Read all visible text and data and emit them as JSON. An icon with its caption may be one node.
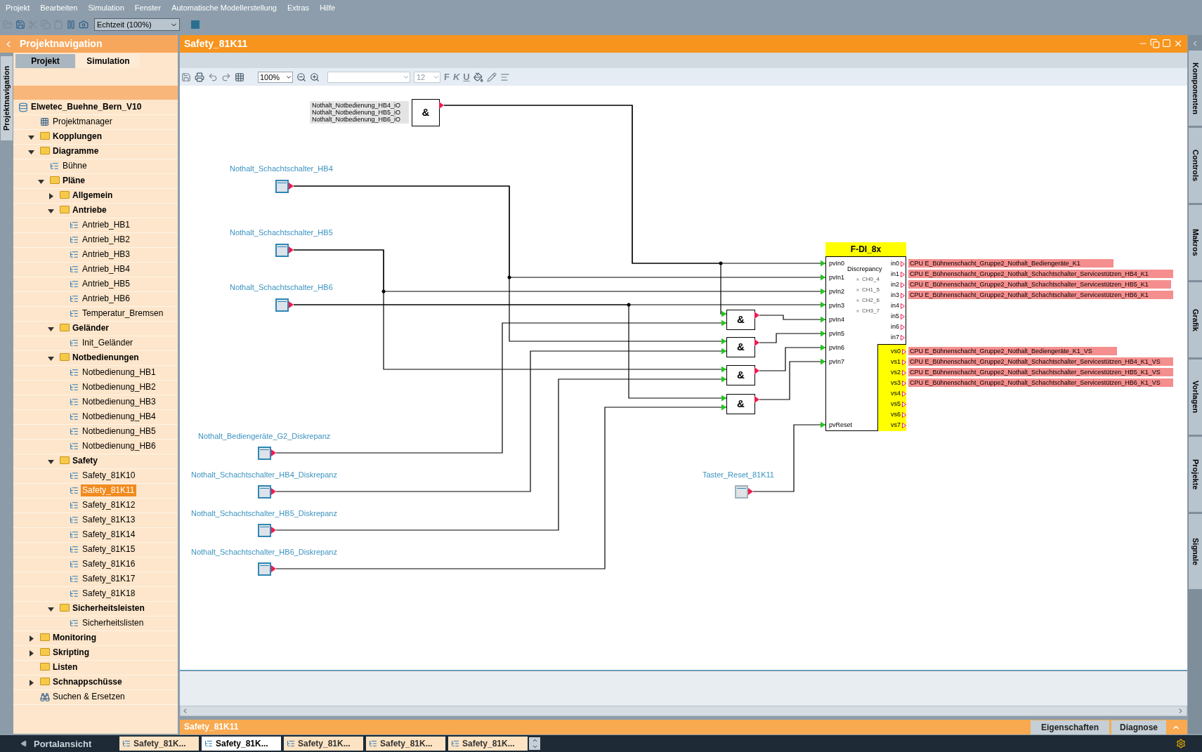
{
  "diagram": {
    "nodes": [
      {
        "text": [
          "&"
        ],
        "beside": [
          "Nothalt_Notbedienung_HB4_iO",
          "Nothalt_Notbedienung_HB5_iO",
          "Nothalt_Notbedienung_HB6_iO"
        ]
      },
      {
        "text": [],
        "shape": "box",
        "beside": [
          "Nothalt_Schachtschalter_HB4"
        ]
      },
      {
        "text": [],
        "shape": "box",
        "beside": [
          "Nothalt_Schachtschalter_HB5"
        ]
      },
      {
        "text": [],
        "shape": "box",
        "beside": [
          "Nothalt_Schachtschalter_HB6"
        ]
      },
      {
        "text": [
          "&"
        ]
      },
      {
        "text": [
          "&"
        ]
      },
      {
        "text": [
          "&"
        ]
      },
      {
        "text": [
          "&"
        ]
      },
      {
        "text": [
          "F-DI_8x",
          "pvIn0",
          "pvIn1",
          "pvIn2",
          "pvIn3",
          "pvIn4",
          "pvIn5",
          "pvIn6",
          "pvIn7",
          "pvReset",
          "Discrepancy",
          "CH0_4",
          "CH1_5",
          "CH2_6",
          "CH3_7",
          "in0",
          "in1",
          "in2",
          "in3",
          "in4",
          "in5",
          "in6",
          "in7"
        ]
      },
      {
        "text": [
          "vs0",
          "vs1",
          "vs2",
          "vs3",
          "vs4",
          "vs5",
          "vs6",
          "vs7"
        ],
        "in": 8
      },
      {
        "text": [
          "CPU E_Bühnenschacht_Gruppe2_Nothalt_Bediengeräte_K1"
        ]
      },
      {
        "text": [
          "CPU E_Bühnenschacht_Gruppe2_Nothalt_Schachtschalter_Servicestützen_HB4_K1"
        ]
      },
      {
        "text": [
          "CPU E_Bühnenschacht_Gruppe2_Nothalt_Schachtschalter_Servicestützen_HB5_K1"
        ]
      },
      {
        "text": [
          "CPU E_Bühnenschacht_Gruppe2_Nothalt_Schachtschalter_Servicestützen_HB6_K1"
        ]
      },
      {
        "text": [
          "CPU E_Bühnenschacht_Gruppe2_Nothalt_Bediengeräte_K1_VS"
        ]
      },
      {
        "text": [
          "CPU E_Bühnenschacht_Gruppe2_Nothalt_Schachtschalter_Servicestützen_HB4_K1_VS"
        ]
      },
      {
        "text": [
          "CPU E_Bühnenschacht_Gruppe2_Nothalt_Schachtschalter_Servicestützen_HB5_K1_VS"
        ]
      },
      {
        "text": [
          "CPU E_Bühnenschacht_Gruppe2_Nothalt_Schachtschalter_Servicestützen_HB6_K1_VS"
        ]
      },
      {
        "text": [],
        "shape": "box",
        "beside": [
          "Nothalt_Bediengeräte_G2_Diskrepanz"
        ]
      },
      {
        "text": [],
        "shape": "box",
        "beside": [
          "Nothalt_Schachtschalter_HB4_Diskrepanz"
        ]
      },
      {
        "text": [],
        "shape": "box",
        "beside": [
          "Nothalt_Schachtschalter_HB5_Diskrepanz"
        ]
      },
      {
        "text": [],
        "shape": "box",
        "beside": [
          "Nothalt_Schachtschalter_HB6_Diskrepanz"
        ]
      },
      {
        "text": [],
        "shape": "box",
        "beside": [
          "Taster_Reset_81K11"
        ]
      }
    ],
    "edges": [
      {
        "from": 0,
        "to": 8,
        "arrow": "to"
      },
      {
        "from": 0,
        "to": 4,
        "arrow": "to"
      },
      {
        "from": 1,
        "to": 8,
        "arrow": "to"
      },
      {
        "from": 1,
        "to": 5,
        "arrow": "to"
      },
      {
        "from": 2,
        "to": 8,
        "arrow": "to"
      },
      {
        "from": 2,
        "to": 6,
        "arrow": "to"
      },
      {
        "from": 3,
        "to": 8,
        "arrow": "to"
      },
      {
        "from": 3,
        "to": 7,
        "arrow": "to"
      },
      {
        "from": 18,
        "to": 4,
        "arrow": "to"
      },
      {
        "from": 19,
        "to": 5,
        "arrow": "to"
      },
      {
        "from": 20,
        "to": 6,
        "arrow": "to"
      },
      {
        "from": 21,
        "to": 7,
        "arrow": "to"
      },
      {
        "from": 4,
        "to": 8,
        "arrow": "to"
      },
      {
        "from": 5,
        "to": 8,
        "arrow": "to"
      },
      {
        "from": 6,
        "to": 8,
        "arrow": "to"
      },
      {
        "from": 7,
        "to": 8,
        "arrow": "to"
      },
      {
        "from": 22,
        "to": 8,
        "arrow": "to"
      }
    ],
    "labels": [
      "Projekt",
      "Bearbeiten",
      "Simulation",
      "Fenster",
      "Automatische Modellerstellung",
      "Extras",
      "Hilfe",
      "Echtzeit (100%)",
      "Projektnavigation",
      "Projektnavigation",
      "Projekt",
      "Simulation",
      "Elwetec_Buehne_Bern_V10",
      "Projektmanager",
      "Kopplungen",
      "Diagramme",
      "Bühne",
      "Pläne",
      "Allgemein",
      "Antriebe",
      "Antrieb_HB1",
      "Antrieb_HB2",
      "Antrieb_HB3",
      "Antrieb_HB4",
      "Antrieb_HB5",
      "Antrieb_HB6",
      "Temperatur_Bremsen",
      "Geländer",
      "Init_Geländer",
      "Notbedienungen",
      "Notbedienung_HB1",
      "Notbedienung_HB2",
      "Notbedienung_HB3",
      "Notbedienung_HB4",
      "Notbedienung_HB5",
      "Notbedienung_HB6",
      "Safety",
      "Safety_81K10",
      "Safety_81K11",
      "Safety_81K12",
      "Safety_81K13",
      "Safety_81K14",
      "Safety_81K15",
      "Safety_81K16",
      "Safety_81K17",
      "Safety_81K18",
      "Sicherheitsleisten",
      "Sicherheitslisten",
      "Monitoring",
      "Skripting",
      "Listen",
      "Schnappschüsse",
      "Suchen & Ersetzen",
      "Safety_81K11",
      "100%",
      "12",
      "F",
      "K",
      "U",
      "Komponenten",
      "Controls",
      "Makros",
      "Grafik",
      "Vorlagen",
      "Projekte",
      "Signale",
      "Safety_81K11",
      "Eigenschaften",
      "Diagnose",
      "Portalansicht",
      "Safety_81K...",
      "Safety_81K...",
      "Safety_81K...",
      "Safety_81K...",
      "Safety_81K..."
    ]
  }
}
